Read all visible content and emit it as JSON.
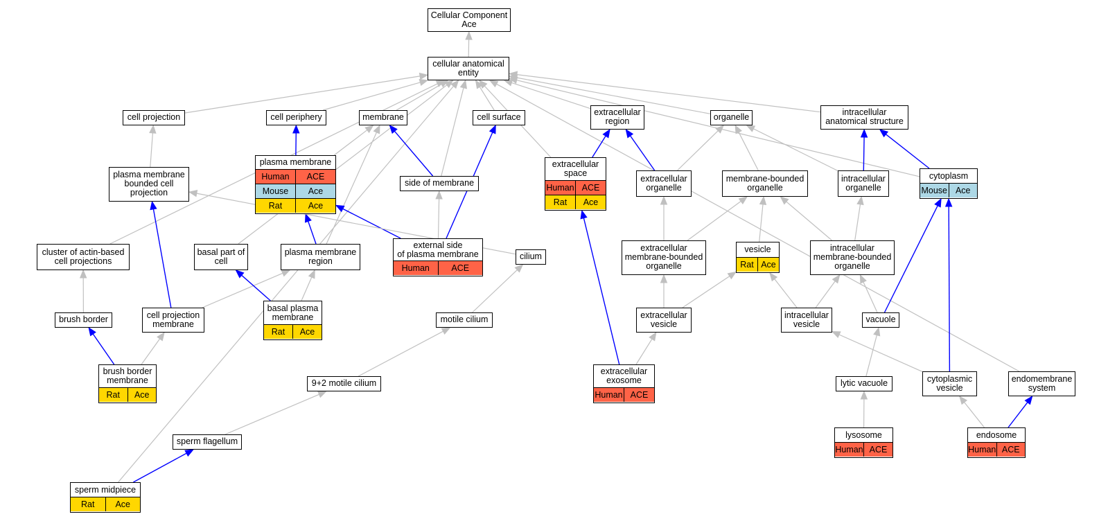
{
  "colors": {
    "Human": "#ff6347",
    "Mouse": "#add8e6",
    "Rat": "#ffd700",
    "gray_edge": "#c0c0c0",
    "blue_edge": "#0000ff"
  },
  "nodes": {
    "root": {
      "label": "Cellular Component\nAce",
      "rows": []
    },
    "cae": {
      "label": "cellular anatomical\nentity",
      "rows": []
    },
    "cell_projection": {
      "label": "cell projection",
      "rows": []
    },
    "cell_periphery": {
      "label": "cell periphery",
      "rows": []
    },
    "membrane": {
      "label": "membrane",
      "rows": []
    },
    "cell_surface": {
      "label": "cell surface",
      "rows": []
    },
    "extracellular_region": {
      "label": "extracellular\nregion",
      "rows": []
    },
    "organelle": {
      "label": "organelle",
      "rows": []
    },
    "intracellular_anatomical_structure": {
      "label": "intracellular\nanatomical structure",
      "rows": []
    },
    "plasma_membrane": {
      "label": "plasma membrane",
      "rows": [
        [
          "Human",
          "ACE"
        ],
        [
          "Mouse",
          "Ace"
        ],
        [
          "Rat",
          "Ace"
        ]
      ]
    },
    "pm_bounded_cell_projection": {
      "label": "plasma membrane\nbounded cell\nprojection",
      "rows": []
    },
    "side_of_membrane": {
      "label": "side of membrane",
      "rows": []
    },
    "extracellular_space": {
      "label": "extracellular\nspace",
      "rows": [
        [
          "Human",
          "ACE"
        ],
        [
          "Rat",
          "Ace"
        ]
      ]
    },
    "extracellular_organelle": {
      "label": "extracellular\norganelle",
      "rows": []
    },
    "membrane_bounded_organelle": {
      "label": "membrane-bounded\norganelle",
      "rows": []
    },
    "intracellular_organelle": {
      "label": "intracellular\norganelle",
      "rows": []
    },
    "cytoplasm": {
      "label": "cytoplasm",
      "rows": [
        [
          "Mouse",
          "Ace"
        ]
      ]
    },
    "cluster_actin": {
      "label": "cluster of actin-based\ncell projections",
      "rows": []
    },
    "basal_part_of_cell": {
      "label": "basal part of\ncell",
      "rows": []
    },
    "pm_region": {
      "label": "plasma membrane\nregion",
      "rows": []
    },
    "external_side_pm": {
      "label": "external side\nof plasma membrane",
      "rows": [
        [
          "Human",
          "ACE"
        ]
      ]
    },
    "cilium": {
      "label": "cilium",
      "rows": []
    },
    "ec_mb_organelle": {
      "label": "extracellular\nmembrane-bounded\norganelle",
      "rows": []
    },
    "vesicle": {
      "label": "vesicle",
      "rows": [
        [
          "Rat",
          "Ace"
        ]
      ]
    },
    "ic_mb_organelle": {
      "label": "intracellular\nmembrane-bounded\norganelle",
      "rows": []
    },
    "brush_border": {
      "label": "brush border",
      "rows": []
    },
    "cell_projection_membrane": {
      "label": "cell projection\nmembrane",
      "rows": []
    },
    "basal_plasma_membrane": {
      "label": "basal plasma\nmembrane",
      "rows": [
        [
          "Rat",
          "Ace"
        ]
      ]
    },
    "motile_cilium": {
      "label": "motile cilium",
      "rows": []
    },
    "extracellular_vesicle": {
      "label": "extracellular\nvesicle",
      "rows": []
    },
    "intracellular_vesicle": {
      "label": "intracellular\nvesicle",
      "rows": []
    },
    "vacuole": {
      "label": "vacuole",
      "rows": []
    },
    "brush_border_membrane": {
      "label": "brush border\nmembrane",
      "rows": [
        [
          "Rat",
          "Ace"
        ]
      ]
    },
    "nine_two_motile_cilium": {
      "label": "9+2 motile cilium",
      "rows": []
    },
    "extracellular_exosome": {
      "label": "extracellular\nexosome",
      "rows": [
        [
          "Human",
          "ACE"
        ]
      ]
    },
    "lytic_vacuole": {
      "label": "lytic vacuole",
      "rows": []
    },
    "cytoplasmic_vesicle": {
      "label": "cytoplasmic\nvesicle",
      "rows": []
    },
    "endomembrane_system": {
      "label": "endomembrane\nsystem",
      "rows": []
    },
    "sperm_flagellum": {
      "label": "sperm flagellum",
      "rows": []
    },
    "lysosome": {
      "label": "lysosome",
      "rows": [
        [
          "Human",
          "ACE"
        ]
      ]
    },
    "endosome": {
      "label": "endosome",
      "rows": [
        [
          "Human",
          "ACE"
        ]
      ]
    },
    "sperm_midpiece": {
      "label": "sperm midpiece",
      "rows": [
        [
          "Rat",
          "Ace"
        ]
      ]
    }
  },
  "edges": [
    {
      "from": "cae",
      "to": "root",
      "kind": "is_a"
    },
    {
      "from": "cell_projection",
      "to": "cae",
      "kind": "is_a"
    },
    {
      "from": "cell_periphery",
      "to": "cae",
      "kind": "is_a"
    },
    {
      "from": "membrane",
      "to": "cae",
      "kind": "is_a"
    },
    {
      "from": "cell_surface",
      "to": "cae",
      "kind": "is_a"
    },
    {
      "from": "extracellular_region",
      "to": "cae",
      "kind": "is_a"
    },
    {
      "from": "organelle",
      "to": "cae",
      "kind": "is_a"
    },
    {
      "from": "intracellular_anatomical_structure",
      "to": "cae",
      "kind": "is_a"
    },
    {
      "from": "cytoplasm",
      "to": "cae",
      "kind": "is_a"
    },
    {
      "from": "endomembrane_system",
      "to": "cae",
      "kind": "is_a"
    },
    {
      "from": "cluster_actin",
      "to": "cae",
      "kind": "is_a"
    },
    {
      "from": "basal_part_of_cell",
      "to": "cae",
      "kind": "is_a"
    },
    {
      "from": "side_of_membrane",
      "to": "cae",
      "kind": "is_a"
    },
    {
      "from": "extracellular_space",
      "to": "cae",
      "kind": "is_a"
    },
    {
      "from": "sperm_midpiece",
      "to": "cae",
      "kind": "is_a"
    },
    {
      "from": "plasma_membrane",
      "to": "cell_periphery",
      "kind": "part_of"
    },
    {
      "from": "plasma_membrane",
      "to": "membrane",
      "kind": "is_a"
    },
    {
      "from": "pm_bounded_cell_projection",
      "to": "cell_projection",
      "kind": "is_a"
    },
    {
      "from": "side_of_membrane",
      "to": "membrane",
      "kind": "part_of"
    },
    {
      "from": "extracellular_space",
      "to": "extracellular_region",
      "kind": "part_of"
    },
    {
      "from": "extracellular_organelle",
      "to": "extracellular_region",
      "kind": "part_of"
    },
    {
      "from": "extracellular_organelle",
      "to": "organelle",
      "kind": "is_a"
    },
    {
      "from": "membrane_bounded_organelle",
      "to": "organelle",
      "kind": "is_a"
    },
    {
      "from": "intracellular_organelle",
      "to": "organelle",
      "kind": "is_a"
    },
    {
      "from": "intracellular_organelle",
      "to": "intracellular_anatomical_structure",
      "kind": "part_of"
    },
    {
      "from": "cytoplasm",
      "to": "intracellular_anatomical_structure",
      "kind": "part_of"
    },
    {
      "from": "pm_region",
      "to": "membrane",
      "kind": "is_a"
    },
    {
      "from": "pm_region",
      "to": "plasma_membrane",
      "kind": "part_of"
    },
    {
      "from": "external_side_pm",
      "to": "side_of_membrane",
      "kind": "is_a"
    },
    {
      "from": "external_side_pm",
      "to": "plasma_membrane",
      "kind": "part_of"
    },
    {
      "from": "external_side_pm",
      "to": "cell_surface",
      "kind": "part_of"
    },
    {
      "from": "cilium",
      "to": "pm_bounded_cell_projection",
      "kind": "is_a"
    },
    {
      "from": "ec_mb_organelle",
      "to": "extracellular_organelle",
      "kind": "is_a"
    },
    {
      "from": "ec_mb_organelle",
      "to": "membrane_bounded_organelle",
      "kind": "is_a"
    },
    {
      "from": "vesicle",
      "to": "membrane_bounded_organelle",
      "kind": "is_a"
    },
    {
      "from": "ic_mb_organelle",
      "to": "membrane_bounded_organelle",
      "kind": "is_a"
    },
    {
      "from": "ic_mb_organelle",
      "to": "intracellular_organelle",
      "kind": "is_a"
    },
    {
      "from": "brush_border",
      "to": "cluster_actin",
      "kind": "is_a"
    },
    {
      "from": "cell_projection_membrane",
      "to": "pm_bounded_cell_projection",
      "kind": "part_of"
    },
    {
      "from": "cell_projection_membrane",
      "to": "pm_region",
      "kind": "is_a"
    },
    {
      "from": "basal_plasma_membrane",
      "to": "basal_part_of_cell",
      "kind": "part_of"
    },
    {
      "from": "basal_plasma_membrane",
      "to": "pm_region",
      "kind": "is_a"
    },
    {
      "from": "motile_cilium",
      "to": "cilium",
      "kind": "is_a"
    },
    {
      "from": "extracellular_vesicle",
      "to": "ec_mb_organelle",
      "kind": "is_a"
    },
    {
      "from": "extracellular_vesicle",
      "to": "vesicle",
      "kind": "is_a"
    },
    {
      "from": "intracellular_vesicle",
      "to": "vesicle",
      "kind": "is_a"
    },
    {
      "from": "intracellular_vesicle",
      "to": "ic_mb_organelle",
      "kind": "is_a"
    },
    {
      "from": "vacuole",
      "to": "ic_mb_organelle",
      "kind": "is_a"
    },
    {
      "from": "vacuole",
      "to": "cytoplasm",
      "kind": "part_of"
    },
    {
      "from": "brush_border_membrane",
      "to": "brush_border",
      "kind": "part_of"
    },
    {
      "from": "brush_border_membrane",
      "to": "cell_projection_membrane",
      "kind": "is_a"
    },
    {
      "from": "nine_two_motile_cilium",
      "to": "motile_cilium",
      "kind": "is_a"
    },
    {
      "from": "extracellular_exosome",
      "to": "extracellular_vesicle",
      "kind": "is_a"
    },
    {
      "from": "extracellular_exosome",
      "to": "extracellular_space",
      "kind": "part_of"
    },
    {
      "from": "lytic_vacuole",
      "to": "vacuole",
      "kind": "is_a"
    },
    {
      "from": "cytoplasmic_vesicle",
      "to": "intracellular_vesicle",
      "kind": "is_a"
    },
    {
      "from": "cytoplasmic_vesicle",
      "to": "cytoplasm",
      "kind": "part_of"
    },
    {
      "from": "sperm_flagellum",
      "to": "nine_two_motile_cilium",
      "kind": "is_a"
    },
    {
      "from": "lysosome",
      "to": "lytic_vacuole",
      "kind": "is_a"
    },
    {
      "from": "endosome",
      "to": "cytoplasmic_vesicle",
      "kind": "is_a"
    },
    {
      "from": "endosome",
      "to": "endomembrane_system",
      "kind": "part_of"
    },
    {
      "from": "sperm_midpiece",
      "to": "sperm_flagellum",
      "kind": "part_of"
    }
  ]
}
